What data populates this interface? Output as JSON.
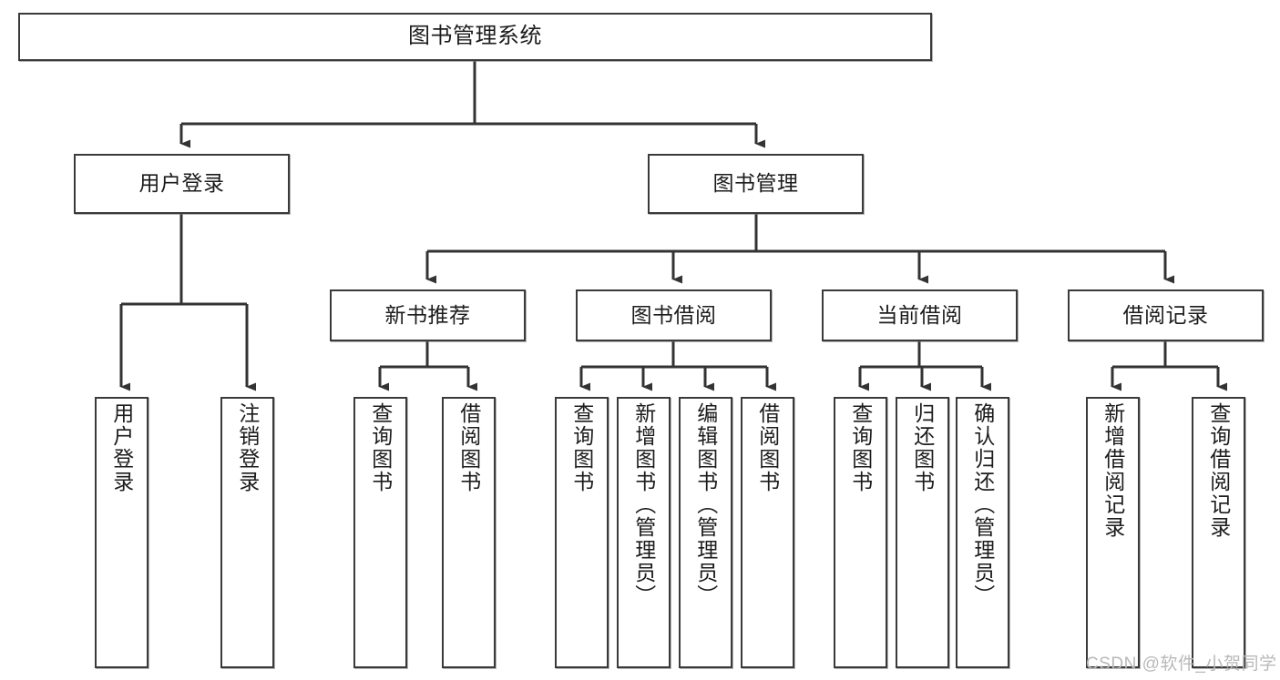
{
  "diagram": {
    "title": "图书管理系统",
    "type": "tree-hierarchy-chart",
    "watermark": "CSDN @软件_小贺同学",
    "colors": {
      "box_border": "#3a3a3a",
      "box_fill": "#ffffff",
      "connector": "#333333",
      "text": "#1c1c1c",
      "watermark": "#b9b9b9"
    },
    "nodes": {
      "root": {
        "label": "图书管理系统"
      },
      "level2": [
        {
          "label": "用户登录"
        },
        {
          "label": "图书管理"
        }
      ],
      "level3": [
        {
          "label": "新书推荐"
        },
        {
          "label": "图书借阅"
        },
        {
          "label": "当前借阅"
        },
        {
          "label": "借阅记录"
        }
      ],
      "leaves": {
        "user_login": [
          {
            "label": "用户登录"
          },
          {
            "label": "注销登录"
          }
        ],
        "new_book_recommend": [
          {
            "label": "查询图书"
          },
          {
            "label": "借阅图书"
          }
        ],
        "book_borrow": [
          {
            "label": "查询图书"
          },
          {
            "label": "新增图书（管理员）"
          },
          {
            "label": "编辑图书（管理员）"
          },
          {
            "label": "借阅图书"
          }
        ],
        "current_borrow": [
          {
            "label": "查询图书"
          },
          {
            "label": "归还图书"
          },
          {
            "label": "确认归还（管理员）"
          }
        ],
        "borrow_record": [
          {
            "label": "新增借阅记录"
          },
          {
            "label": "查询借阅记录"
          }
        ]
      }
    }
  }
}
